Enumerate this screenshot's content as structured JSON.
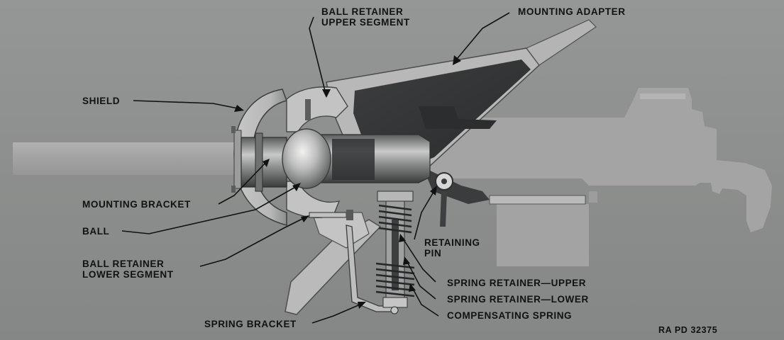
{
  "labels": {
    "ball_retainer_upper": "BALL RETAINER\nUPPER SEGMENT",
    "mounting_adapter": "MOUNTING ADAPTER",
    "shield": "SHIELD",
    "mounting_bracket": "MOUNTING BRACKET",
    "ball": "BALL",
    "ball_retainer_lower": "BALL RETAINER\nLOWER SEGMENT",
    "retaining_pin": "RETAINING\nPIN",
    "spring_retainer_upper": "SPRING RETAINER—UPPER",
    "spring_retainer_lower": "SPRING RETAINER—LOWER",
    "compensating_spring": "COMPENSATING SPRING",
    "spring_bracket": "SPRING BRACKET",
    "figure_code": "RA PD 32375"
  },
  "colors": {
    "background": "#8f9190",
    "gun_silhouette": "#a3a4a3",
    "adapter_dark": "#343637",
    "metal_light": "#c9cac9",
    "metal_mid": "#7c7e7e",
    "metal_dark": "#2e3031",
    "label_text": "#111111"
  }
}
